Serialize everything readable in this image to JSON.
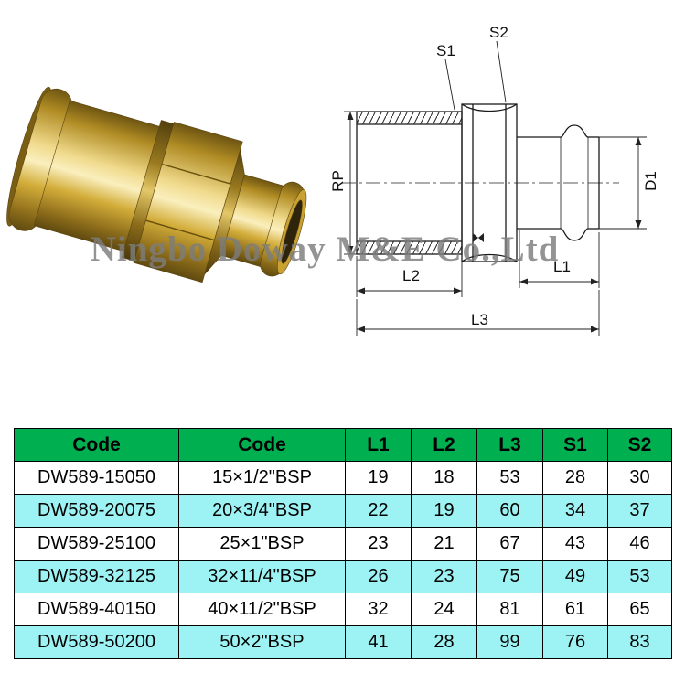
{
  "watermark": {
    "text": "Ningbo Doway M&E Co.,Ltd"
  },
  "diagram": {
    "labels": {
      "s1": "S1",
      "s2": "S2",
      "rp": "RP",
      "d1": "D1",
      "l1": "L1",
      "l2": "L2",
      "l3": "L3"
    }
  },
  "table": {
    "colors": {
      "header_bg": "#00B050",
      "alt_row_bg": "#9DF3F3",
      "row_bg": "#FFFFFF",
      "border": "#000000"
    },
    "headers": [
      "Code",
      "Code",
      "L1",
      "L2",
      "L3",
      "S1",
      "S2"
    ],
    "rows": [
      [
        "DW589-15050",
        "15×1/2\"BSP",
        "19",
        "18",
        "53",
        "28",
        "30"
      ],
      [
        "DW589-20075",
        "20×3/4\"BSP",
        "22",
        "19",
        "60",
        "34",
        "37"
      ],
      [
        "DW589-25100",
        "25×1\"BSP",
        "23",
        "21",
        "67",
        "43",
        "46"
      ],
      [
        "DW589-32125",
        "32×11/4\"BSP",
        "26",
        "23",
        "75",
        "49",
        "53"
      ],
      [
        "DW589-40150",
        "40×11/2\"BSP",
        "32",
        "24",
        "81",
        "61",
        "65"
      ],
      [
        "DW589-50200",
        "50×2\"BSP",
        "41",
        "28",
        "99",
        "76",
        "83"
      ]
    ]
  }
}
